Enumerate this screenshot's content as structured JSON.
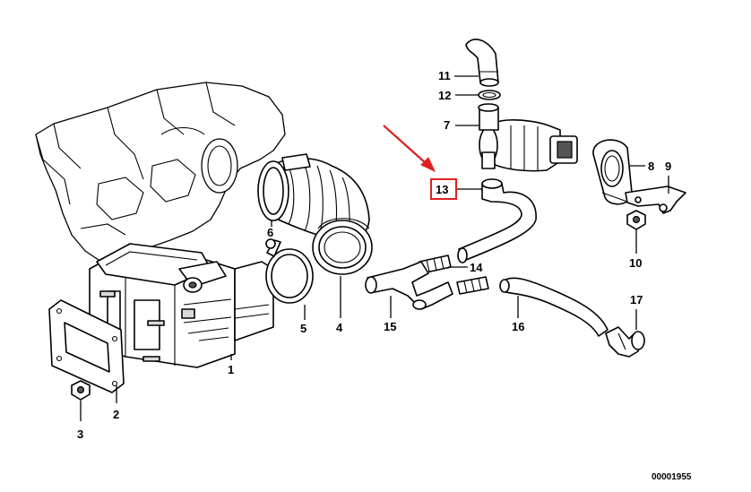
{
  "callouts": [
    {
      "id": "c1",
      "label": "1"
    },
    {
      "id": "c2",
      "label": "2"
    },
    {
      "id": "c3",
      "label": "3"
    },
    {
      "id": "c4",
      "label": "4"
    },
    {
      "id": "c5",
      "label": "5"
    },
    {
      "id": "c6",
      "label": "6"
    },
    {
      "id": "c7",
      "label": "7"
    },
    {
      "id": "c8",
      "label": "8"
    },
    {
      "id": "c9",
      "label": "9"
    },
    {
      "id": "c10",
      "label": "10"
    },
    {
      "id": "c11",
      "label": "11"
    },
    {
      "id": "c12",
      "label": "12"
    },
    {
      "id": "c13",
      "label": "13"
    },
    {
      "id": "c14",
      "label": "14"
    },
    {
      "id": "c15",
      "label": "15"
    },
    {
      "id": "c16",
      "label": "16"
    },
    {
      "id": "c17",
      "label": "17"
    }
  ],
  "highlight": {
    "label": "13",
    "color": "#e02020"
  },
  "arrow_color": "#e02020",
  "doc_number": "00001955"
}
